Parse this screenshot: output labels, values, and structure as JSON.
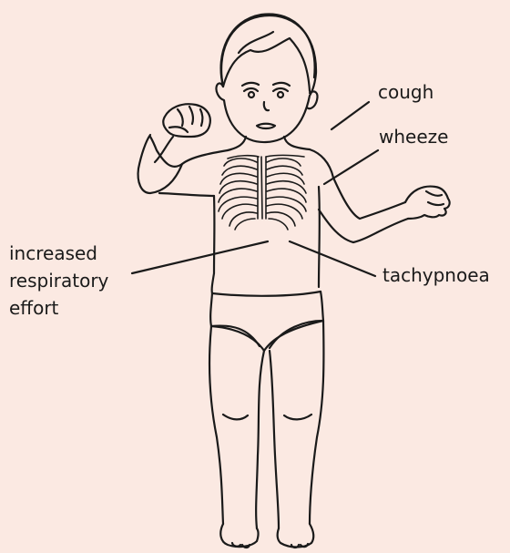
{
  "labels": {
    "cough": "cough",
    "wheeze": "wheeze",
    "tachypnoea": "tachypnoea",
    "increased_effort": "increased\nrespiratory\neffort"
  },
  "colors": {
    "background": "#fbe9e2",
    "line": "#1a1a1a"
  }
}
